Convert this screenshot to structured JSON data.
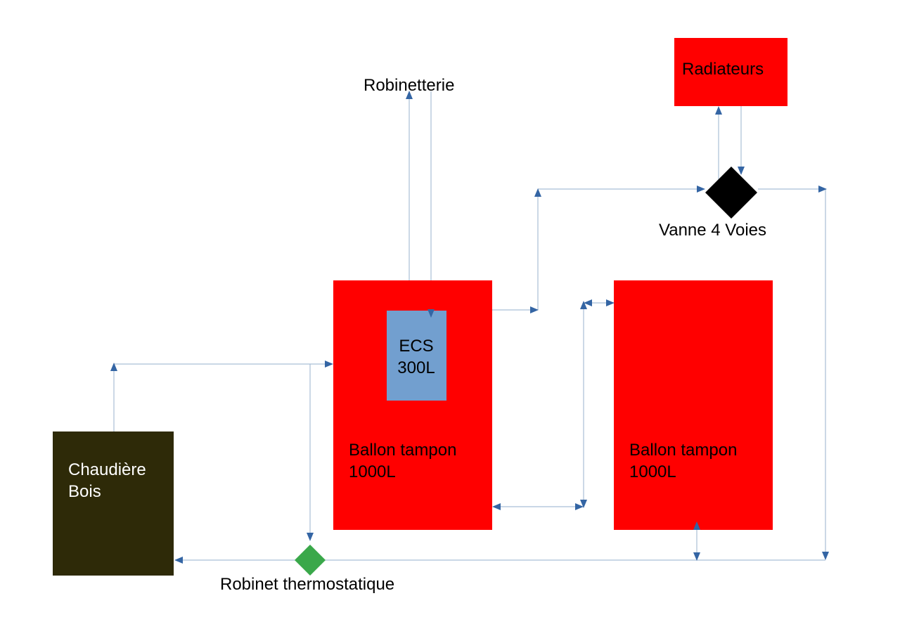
{
  "colors": {
    "tank": "#ff0000",
    "ecs": "#729fcf",
    "boiler": "#2e2a08",
    "valve_4way": "#000000",
    "valve_thermo": "#3aa84a",
    "pipe": "#a9bfd6",
    "arrow": "#3465a4",
    "text_dark": "#000000",
    "text_light": "#ffffff"
  },
  "labels": {
    "robinetterie": "Robinetterie",
    "radiateurs": "Radiateurs",
    "vanne_4_voies": "Vanne 4 Voies",
    "ecs_line1": "ECS",
    "ecs_line2": "300L",
    "ballon1_line1": "Ballon tampon",
    "ballon1_line2": "1000L",
    "ballon2_line1": "Ballon tampon",
    "ballon2_line2": "1000L",
    "chaudiere_line1": "Chaudière",
    "chaudiere_line2": "Bois",
    "robinet_thermostatique": "Robinet thermostatique"
  }
}
